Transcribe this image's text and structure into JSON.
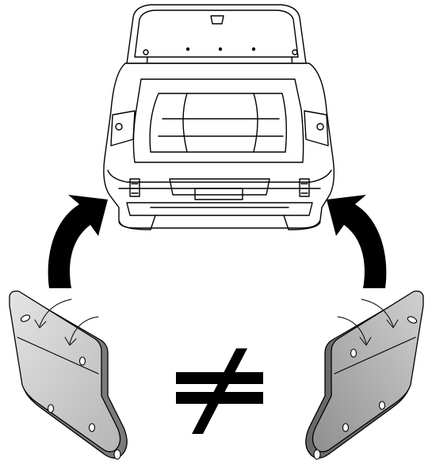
{
  "diagram": {
    "symbols": {
      "not_equal": "not-equal-sign"
    },
    "parts": [
      {
        "id": "car",
        "icon": "car-rear-open-trunk-icon"
      },
      {
        "id": "bracket-left",
        "icon": "mounting-bracket-icon"
      },
      {
        "id": "bracket-right",
        "icon": "mounting-bracket-icon"
      }
    ],
    "colors": {
      "outline": "#000000",
      "bracket_fill": "#cccccc",
      "bracket_edge": "#7a7a7a",
      "arrow": "#000000",
      "background": "#ffffff"
    }
  }
}
